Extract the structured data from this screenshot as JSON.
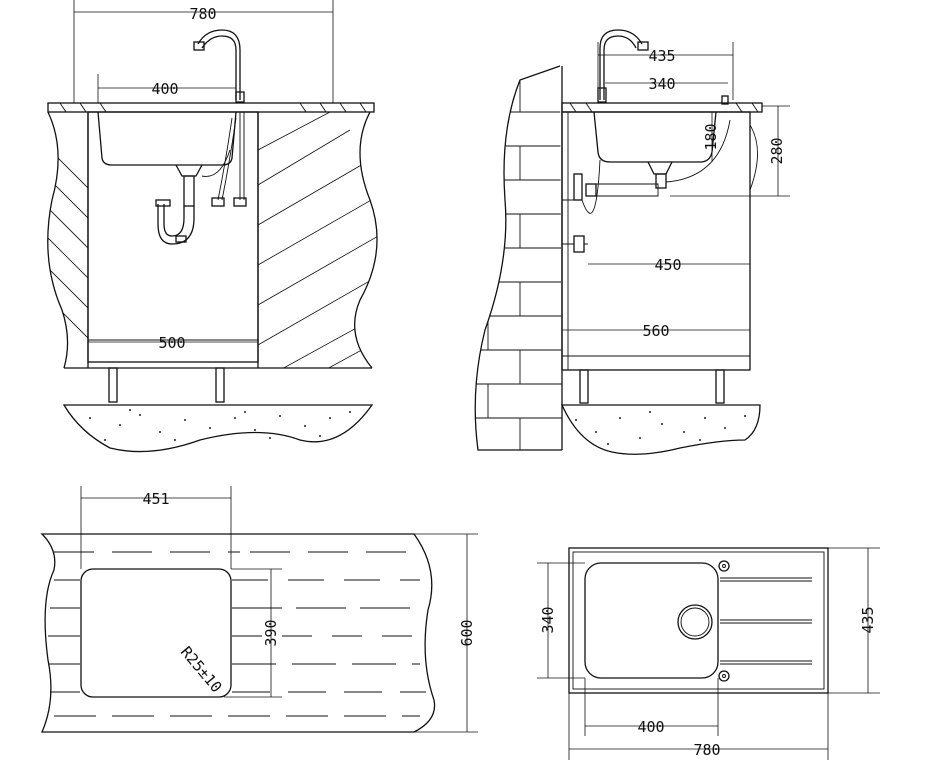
{
  "drawing": {
    "front_view": {
      "overall_width": "780",
      "sink_width": "400",
      "cabinet_inner_width": "500"
    },
    "side_view": {
      "counter_depth": "435",
      "sink_depth": "340",
      "bowl_depth": "180",
      "counter_to_trap": "280",
      "pipe_offset": "450",
      "cabinet_depth": "560"
    },
    "plan_cutout": {
      "cutout_width": "451",
      "cutout_depth": "390",
      "corner_radius": "R25±10",
      "counter_depth": "600"
    },
    "sink_top_view": {
      "bowl_depth": "340",
      "overall_depth": "435",
      "bowl_width": "400",
      "overall_width": "780"
    }
  }
}
